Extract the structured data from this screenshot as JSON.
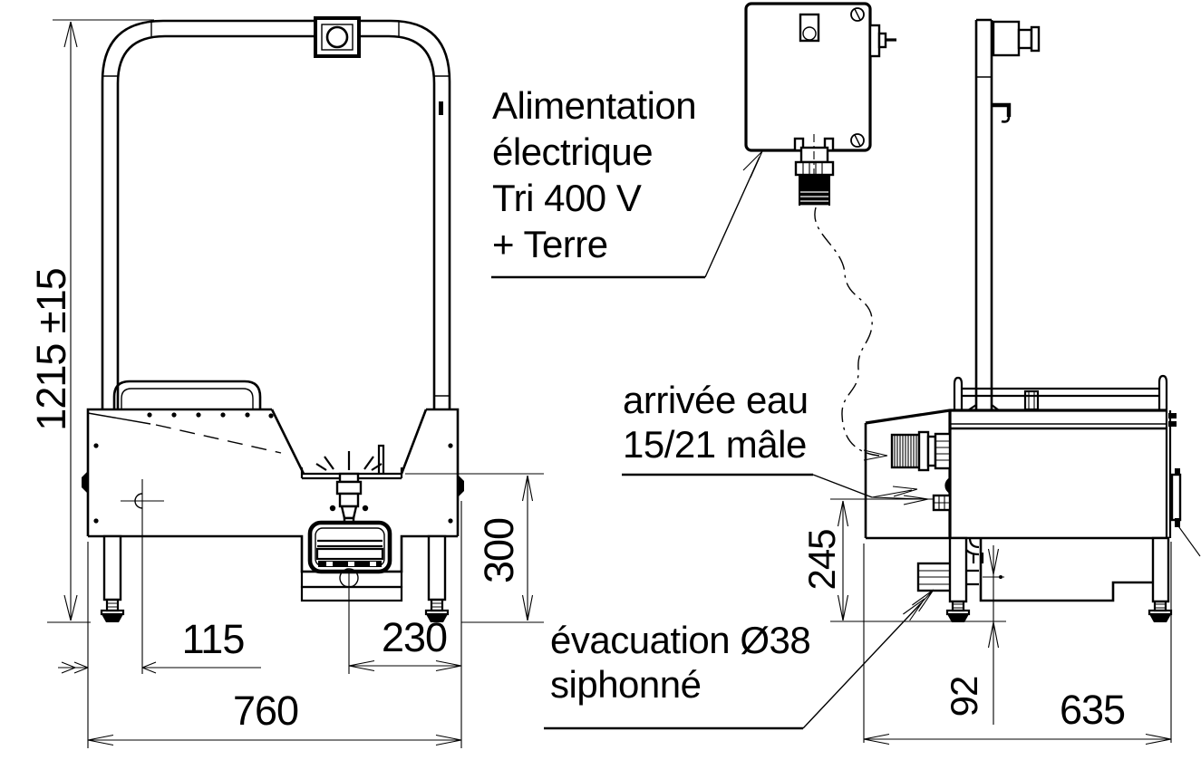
{
  "dimensions": {
    "height": "1215 ±15",
    "left_offset": "115",
    "center_offset": "230",
    "width": "760",
    "spout_height": "300",
    "inlet_height": "245",
    "drain_height": "92",
    "depth": "635"
  },
  "labels": {
    "power": {
      "line1": "Alimentation",
      "line2": "électrique",
      "line3": "Tri 400 V",
      "line4": "+ Terre"
    },
    "water": {
      "line1": "arrivée eau",
      "line2": "15/21 mâle"
    },
    "drain": {
      "line1": "évacuation Ø38",
      "line2": "siphonné"
    }
  },
  "colors": {
    "line": "#000000",
    "background": "#ffffff"
  }
}
